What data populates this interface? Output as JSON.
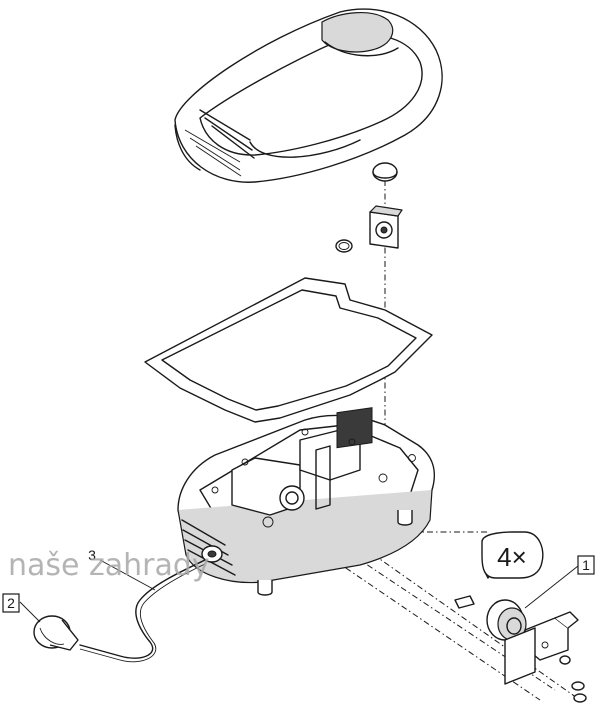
{
  "callouts": {
    "item1": "1",
    "item2": "2",
    "item3": "3"
  },
  "quantity": {
    "screws": "4×"
  },
  "watermark": "naše zahrady"
}
